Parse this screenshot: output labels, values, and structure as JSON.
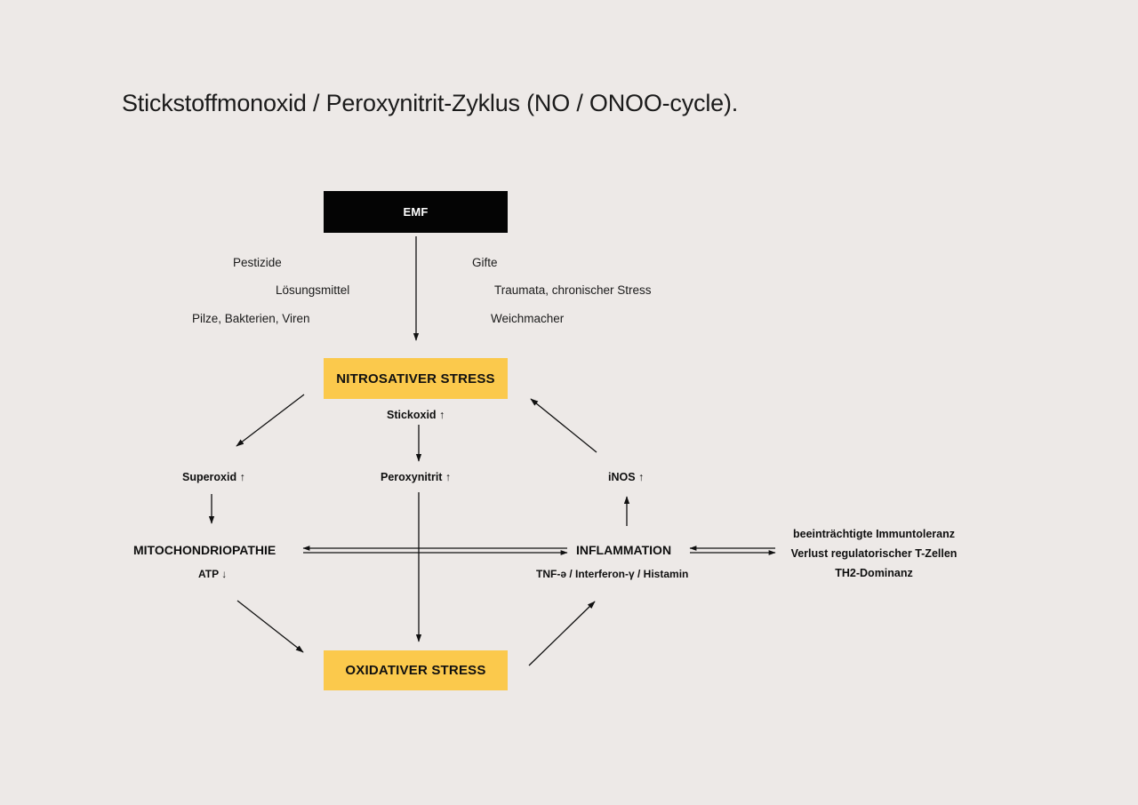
{
  "page": {
    "title": "Stickstoffmonoxid / Peroxynitrit-Zyklus (NO / ONOO-cycle).",
    "background_color": "#EDE9E7",
    "accent_color": "#FBC94C",
    "dark_color": "#040404",
    "text_color": "#111111"
  },
  "nodes": {
    "emf": "EMF",
    "nitrosative_stress": "NITROSATIVER STRESS",
    "oxidative_stress": "OXIDATIVER STRESS",
    "mitochondriopathie": "MITOCHONDRIOPATHIE",
    "inflammation": "INFLAMMATION",
    "superoxid": "Superoxid ↑",
    "peroxynitrit": "Peroxynitrit ↑",
    "inos": "iNOS ↑",
    "stickoxid": "Stickoxid ↑",
    "atp": "ATP ↓",
    "cytokines": "TNF-ə / Interferon-γ / Histamin"
  },
  "sources": {
    "left": [
      "Pestizide",
      "Lösungsmittel",
      "Pilze, Bakterien, Viren"
    ],
    "right": [
      "Gifte",
      "Traumata, chronischer Stress",
      "Weichmacher"
    ]
  },
  "immune_effects": [
    "beeinträchtigte Immuntoleranz",
    "Verlust regulatorischer T-Zellen",
    "TH2-Dominanz"
  ],
  "chart_data": {
    "type": "diagram",
    "title": "Stickstoffmonoxid / Peroxynitrit-Zyklus (NO / ONOO-cycle).",
    "nodes": [
      {
        "id": "emf",
        "label": "EMF",
        "style": "black-box"
      },
      {
        "id": "nitrosative",
        "label": "NITROSATIVER STRESS",
        "style": "yellow-box"
      },
      {
        "id": "oxidative",
        "label": "OXIDATIVER STRESS",
        "style": "yellow-box"
      },
      {
        "id": "superoxid",
        "label": "Superoxid ↑",
        "style": "text"
      },
      {
        "id": "peroxynitrit",
        "label": "Peroxynitrit ↑",
        "style": "text"
      },
      {
        "id": "inos",
        "label": "iNOS ↑",
        "style": "text"
      },
      {
        "id": "mito",
        "label": "MITOCHONDRIOPATHIE",
        "style": "text"
      },
      {
        "id": "inflammation",
        "label": "INFLAMMATION",
        "style": "text"
      },
      {
        "id": "immune",
        "label": "beeinträchtigte Immuntoleranz / Verlust regulatorischer T-Zellen / TH2-Dominanz",
        "style": "text"
      }
    ],
    "edges": [
      {
        "from": "emf",
        "to": "nitrosative",
        "type": "arrow",
        "label": "Stickoxid ↑"
      },
      {
        "from": "nitrosative",
        "to": "superoxid",
        "type": "arrow"
      },
      {
        "from": "nitrosative",
        "to": "peroxynitrit",
        "type": "arrow"
      },
      {
        "from": "inos",
        "to": "nitrosative",
        "type": "arrow"
      },
      {
        "from": "superoxid",
        "to": "mito",
        "type": "arrow"
      },
      {
        "from": "peroxynitrit",
        "to": "oxidative",
        "type": "arrow"
      },
      {
        "from": "inflammation",
        "to": "inos",
        "type": "arrow"
      },
      {
        "from": "mito",
        "to": "inflammation",
        "type": "double-arrow"
      },
      {
        "from": "inflammation",
        "to": "immune",
        "type": "double-arrow"
      },
      {
        "from": "mito",
        "to": "oxidative",
        "type": "arrow"
      },
      {
        "from": "oxidative",
        "to": "inflammation",
        "type": "arrow"
      }
    ]
  }
}
